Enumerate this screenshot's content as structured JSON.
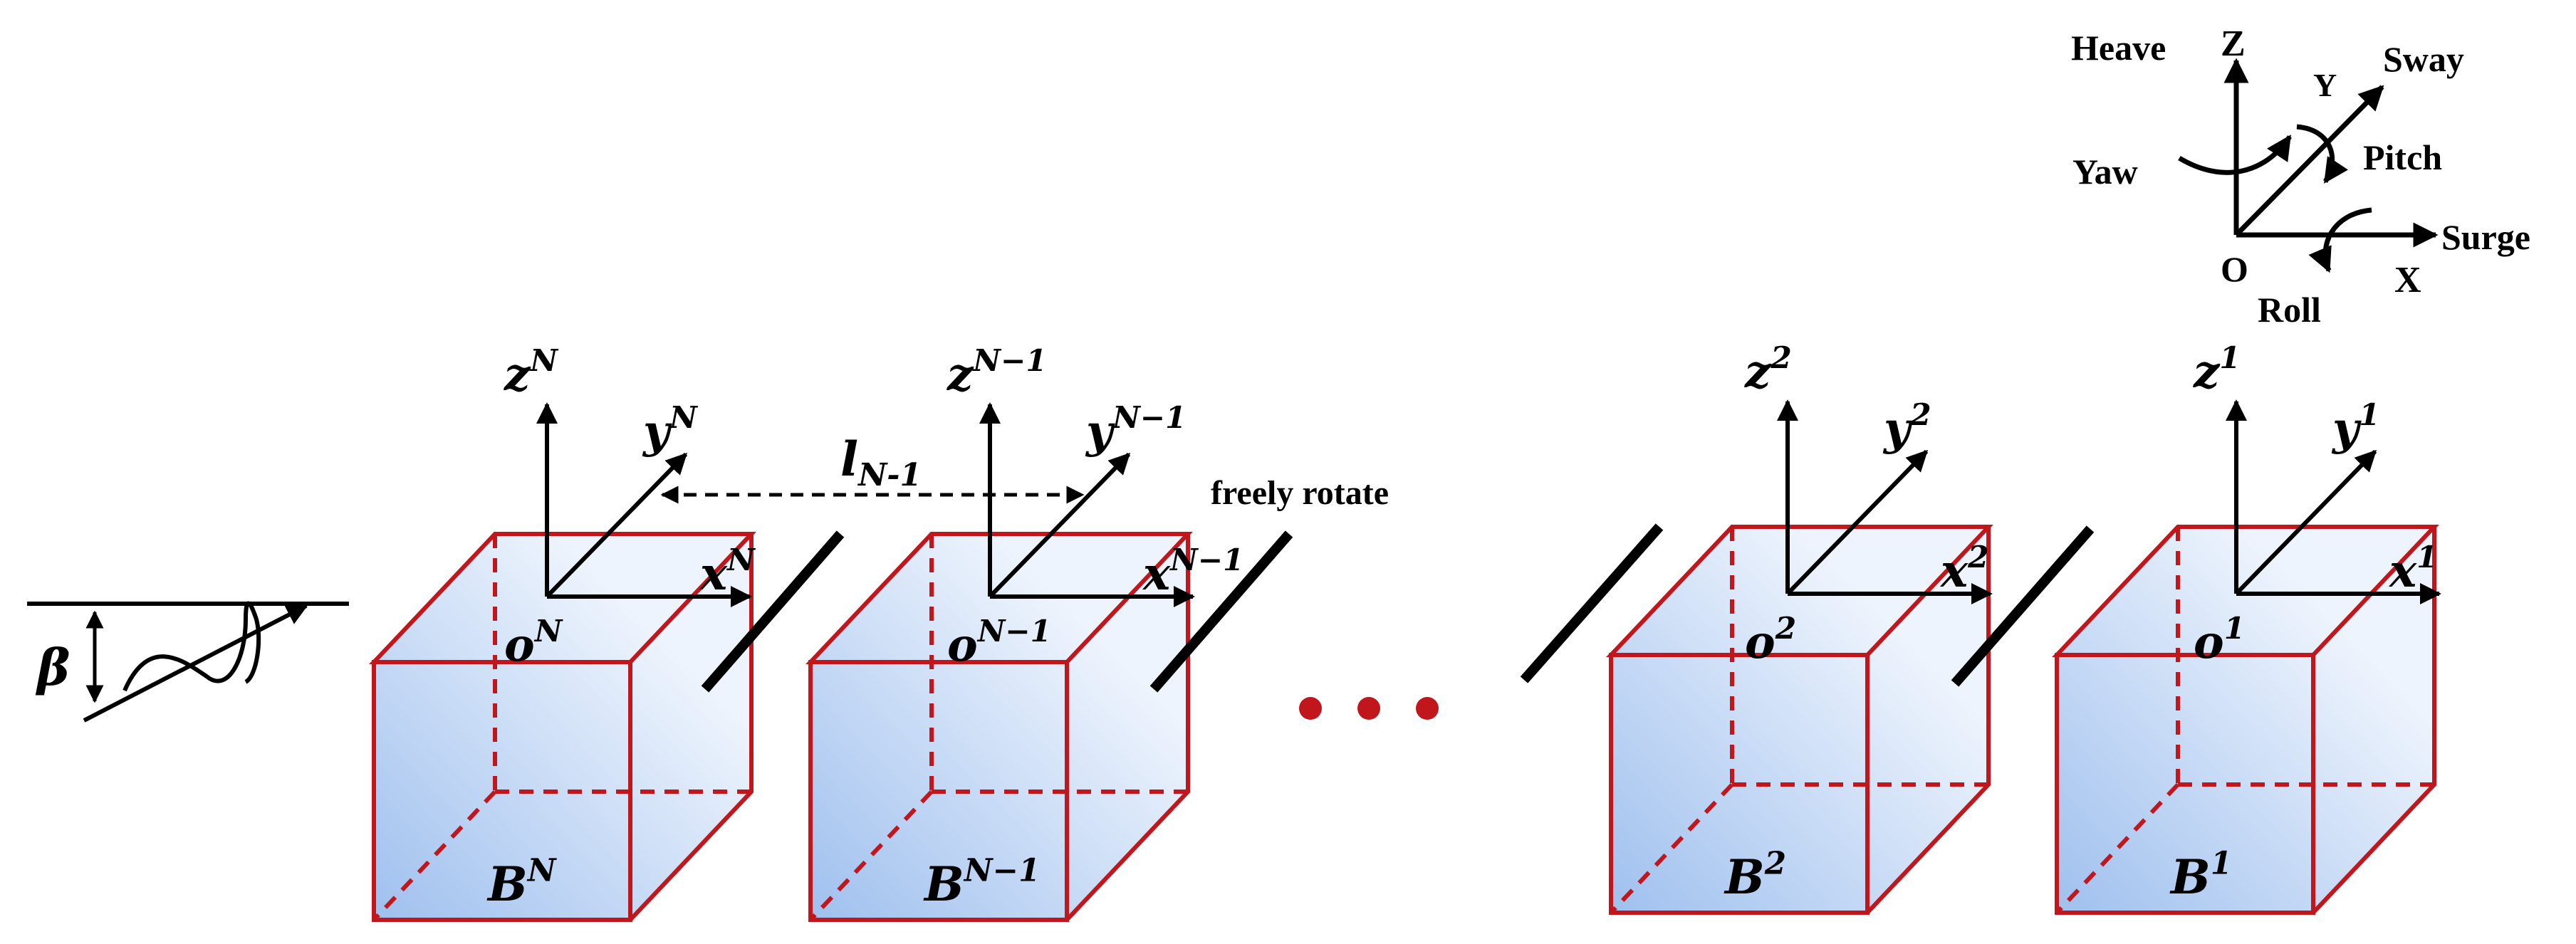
{
  "colors": {
    "box_edge": "#c0161c",
    "box_fill_light": "#eef4fd",
    "box_fill_dark": "#9fc0ee",
    "dots": "#c0161c",
    "ink": "#000000"
  },
  "bodies": [
    {
      "id": "N",
      "origin": "o",
      "origin_sup": "N",
      "x": "x",
      "x_sup": "N",
      "y": "y",
      "y_sup": "N",
      "z": "z",
      "z_sup": "N",
      "body": "B",
      "body_sup": "N"
    },
    {
      "id": "N-1",
      "origin": "o",
      "origin_sup": "N−1",
      "x": "x",
      "x_sup": "N−1",
      "y": "y",
      "y_sup": "N−1",
      "z": "z",
      "z_sup": "N−1",
      "body": "B",
      "body_sup": "N−1"
    },
    {
      "id": "2",
      "origin": "o",
      "origin_sup": "2",
      "x": "x",
      "x_sup": "2",
      "y": "y",
      "y_sup": "2",
      "z": "z",
      "z_sup": "2",
      "body": "B",
      "body_sup": "2"
    },
    {
      "id": "1",
      "origin": "o",
      "origin_sup": "1",
      "x": "x",
      "x_sup": "1",
      "y": "y",
      "y_sup": "1",
      "z": "z",
      "z_sup": "1",
      "body": "B",
      "body_sup": "1"
    }
  ],
  "spacing_label": {
    "base": "l",
    "sub": "N-1"
  },
  "hinge_label": "freely rotate",
  "wave_angle_label": "β",
  "dof_legend": {
    "heave": "Heave",
    "sway": "Sway",
    "yaw": "Yaw",
    "pitch": "Pitch",
    "surge": "Surge",
    "roll": "Roll",
    "axis_z": "Z",
    "axis_y": "Y",
    "axis_x": "X",
    "axis_o": "O"
  }
}
